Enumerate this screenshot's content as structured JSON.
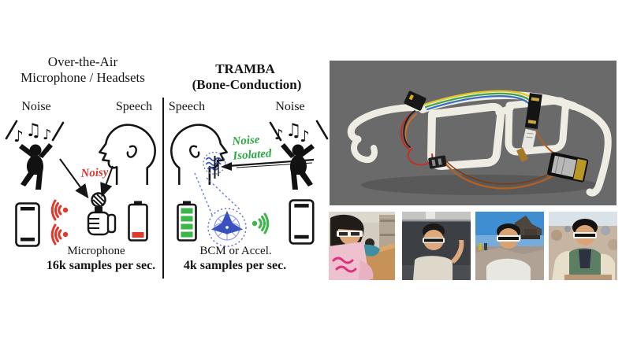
{
  "diagram": {
    "left": {
      "title_line1": "Over-the-Air",
      "title_line2": "Microphone / Headsets",
      "noise_label": "Noise",
      "speech_label": "Speech",
      "noisy_annotation": "Noisy",
      "sensor_label": "Microphone",
      "sample_rate": "16k samples per sec."
    },
    "right": {
      "title_line1": "TRAMBA",
      "title_line2": "(Bone-Conduction)",
      "speech_label": "Speech",
      "noise_label": "Noise",
      "isolation_line1": "Noise",
      "isolation_line2": "Isolated",
      "sensor_label": "BCM or Accel.",
      "sample_rate": "4k samples per sec."
    },
    "colors": {
      "noisy_red": "#d93830",
      "isolated_green": "#2fa846",
      "vibration_blue": "#4156c5",
      "ink": "#151515",
      "photo_background_gray": "#6a6a6a"
    },
    "icons": {
      "note1": "♪",
      "note2": "♫"
    }
  }
}
